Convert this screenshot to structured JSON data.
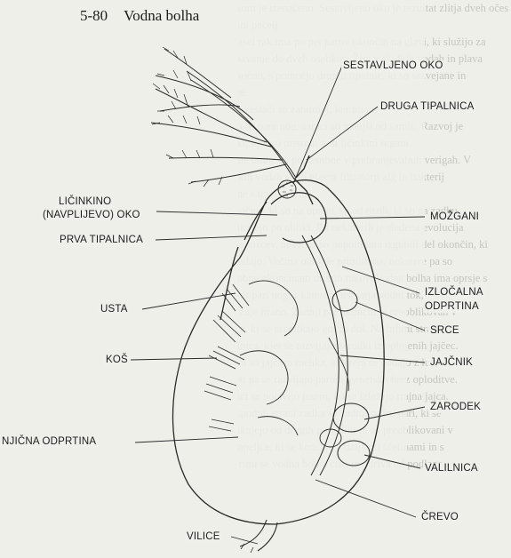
{
  "figure": {
    "number": "5-80",
    "title": "Vodna bolha"
  },
  "labels": {
    "sestavljeno_oko": "SESTAVLJENO OKO",
    "druga_tipalnica": "DRUGA TIPALNICA",
    "licinkino_oko_1": "LIČINKINO",
    "licinkino_oko_2": "(NAVPLIJEVO) OKO",
    "mozgani": "MOŽGANI",
    "prva_tipalnica": "PRVA TIPALNICA",
    "izlocalna_odprtina_1": "IZLOČALNA",
    "izlocalna_odprtina_2": "ODPRTINA",
    "usta": "USTA",
    "srce": "SRCE",
    "jajcnik": "JAJČNIK",
    "kos": "KOŠ",
    "zarodek": "ZARODEK",
    "nojicna_odprtina": "NJIČNA ODPRTINA",
    "valilnica": "VALILNICA",
    "crevo": "ČREVO",
    "vilice": "VILICE"
  },
  "background_text": [
    "znakom je izenačeno. Sestavljeno oko je rezultat zlitja dveh očes",
    "očesni pecelj.",
    "Odrasel rak ima po pet parov okončin na glavi, ki služijo za",
    "zaznavanje do dveh osebkov. Živi v sladkih vodah in plava",
    "poskočno, s pomočjo drugih tipalnic, ki so razvejane in",
    "dolge.",
    "Raki veslači so zanimivi, ker imajo pri majhnem telesu",
    "le po tri pare nog, samci so manjši od samic. Razvoj je",
    "veliki, kjer so prisotni tudi ličinkini organi.",
    "Vodne bolhe so pomembne v prehranjevalnih verigah. V",
    "sladkih vodah so to glavni filtratorji alg in bakterij",
    "ujame s tipalnicami.",
    "Okončine, ki so na oprsju, se od tistih, ki so na zadku",
    "razlikujejo po obliki. Pri nekaterih je sledena evolucija",
    "členonožcev, nekateri so popolnoma izgubili del okončin, ki",
    "pripadajo. Večina oblik je primitivna, nekatere pa so",
    "podobne okončinam drugih rakov. Vodna bolha ima oprsje s",
    "petimi pari nog, s katerimi ustvarja vodni tok, v ustih",
    "zadržuje hrano. Zadnji par okončin je preoblikovan v",
    "vilice, ki se premikajo gor in dol. Na hrbtni strani je",
    "valilnica, kjer se razvijajo zarodki iz oplojenih jajčec.",
    "Sprva so jajčeca mehka, a potem se obdajo z lupino,",
    "poleti pa se razvijajo partenogenetsko brez oploditve.",
    "Samci se pojavijo jeseni, ko se izležejo trajna jajca.",
    "Na spodnji strani zadka so zadnji nožni pari, ki se",
    "razlikujejo od drugih po obliki in so preoblikovani v",
    "krempeljce, ki se končajo z daljšimi ščetinami in s",
    "katerimi se vodna bolha čisti in odriva od podlage."
  ]
}
